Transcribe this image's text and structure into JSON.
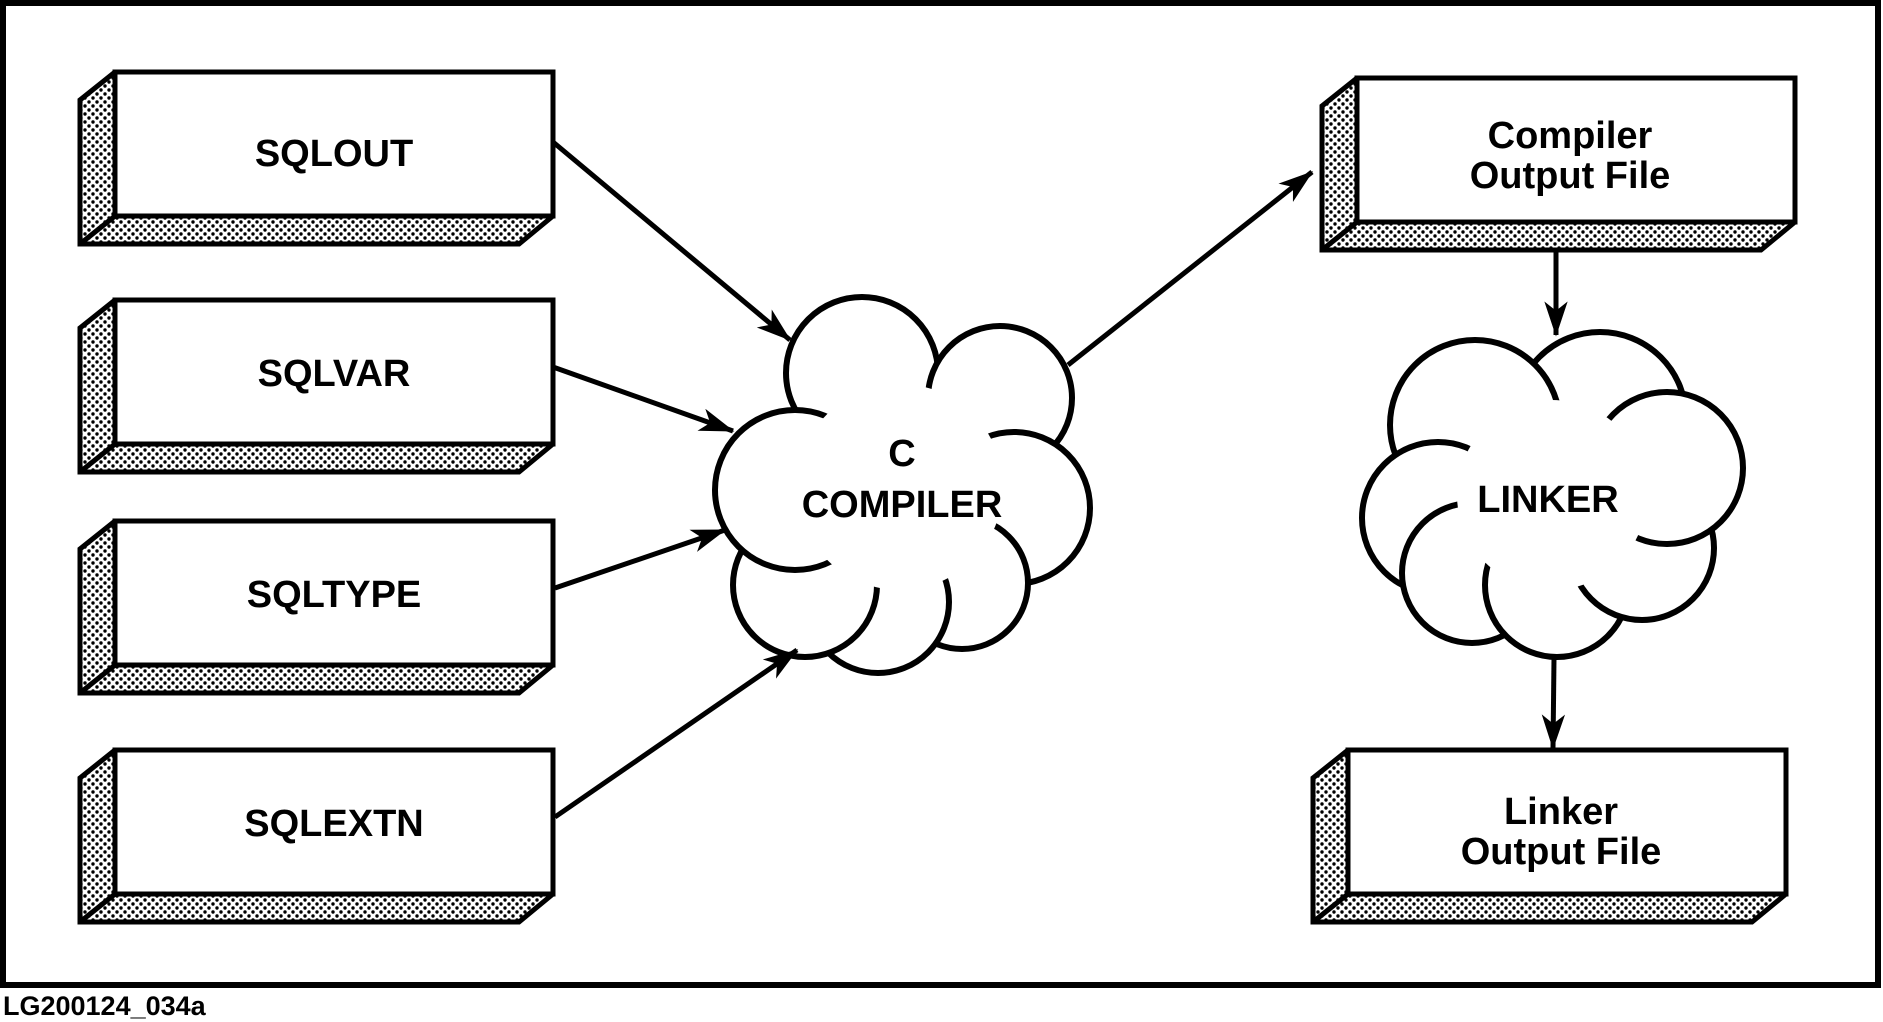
{
  "colors": {
    "ink": "#000000",
    "paper": "#ffffff"
  },
  "caption": "LG200124_034a",
  "sources": [
    {
      "label": "SQLOUT"
    },
    {
      "label": "SQLVAR"
    },
    {
      "label": "SQLTYPE"
    },
    {
      "label": "SQLEXTN"
    }
  ],
  "compiler_cloud": {
    "line1": "C",
    "line2": "COMPILER"
  },
  "compiler_output": {
    "line1": "Compiler",
    "line2": "Output File"
  },
  "linker_cloud": {
    "label": "LINKER"
  },
  "linker_output": {
    "line1": "Linker",
    "line2": "Output File"
  }
}
